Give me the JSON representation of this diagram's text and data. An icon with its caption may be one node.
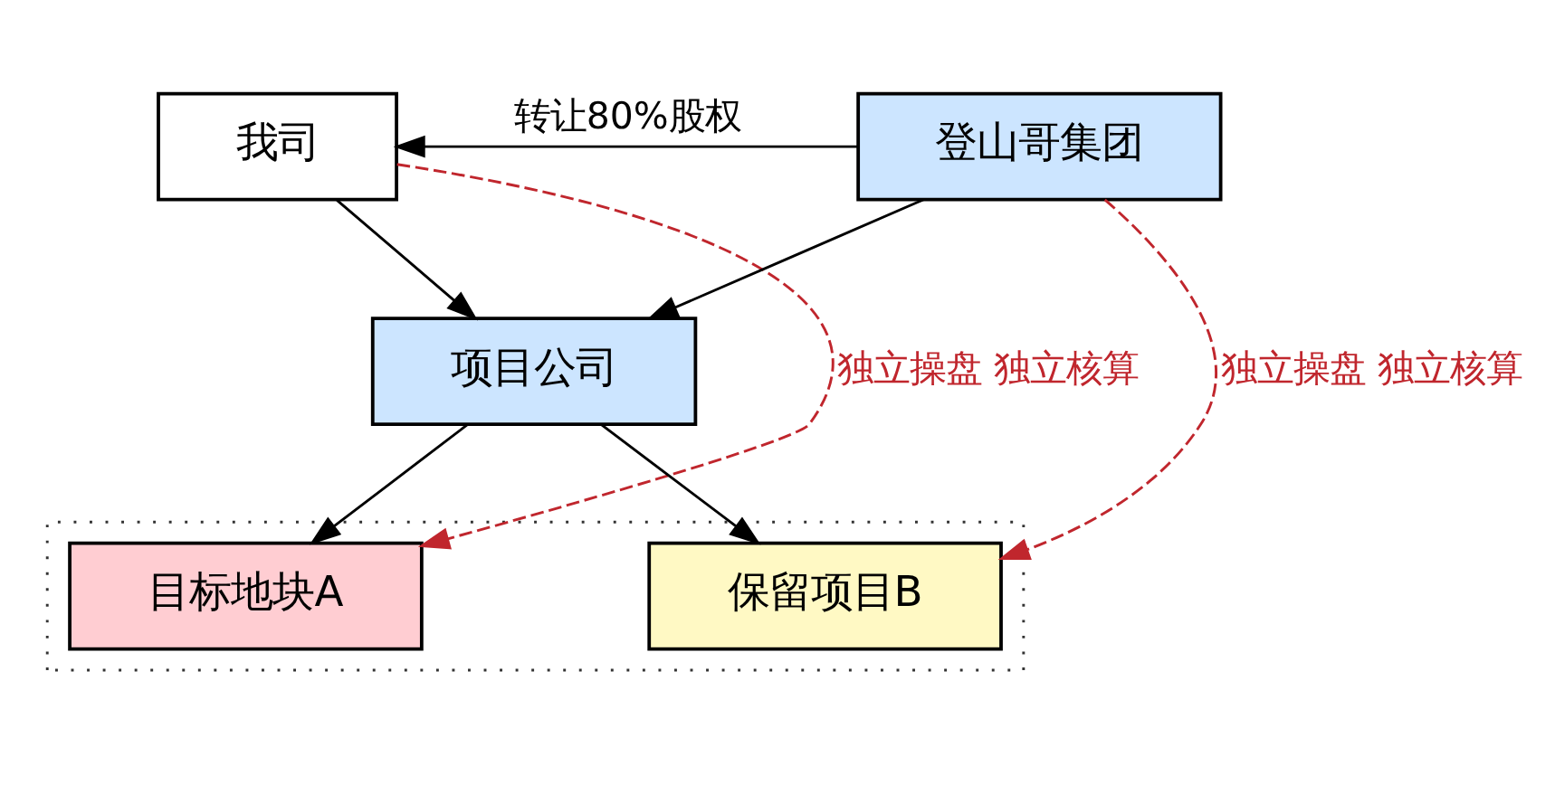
{
  "diagram": {
    "nodes": [
      {
        "text": [
          "我司"
        ]
      },
      {
        "text": [
          "登山哥集团"
        ]
      },
      {
        "text": [
          "项目公司"
        ]
      },
      {
        "text": [],
        "shape": "box"
      },
      {
        "text": [
          "目标地块A"
        ],
        "in": 3
      },
      {
        "text": [
          "保留项目B"
        ],
        "in": 3
      }
    ],
    "edges": [
      {
        "from": 1,
        "to": 0,
        "arrow": "to",
        "label": "转让80%股权"
      },
      {
        "from": 0,
        "to": 2,
        "arrow": "to"
      },
      {
        "from": 1,
        "to": 2,
        "arrow": "to"
      },
      {
        "from": 2,
        "to": 4,
        "arrow": "to"
      },
      {
        "from": 2,
        "to": 5,
        "arrow": "to"
      },
      {
        "from": 0,
        "to": 4,
        "arrow": "to",
        "label": "独立操盘 独立核算",
        "style": "dashed",
        "color": "#c0262d"
      },
      {
        "from": 1,
        "to": 5,
        "arrow": "to",
        "label": "独立操盘 独立核算",
        "style": "dashed",
        "color": "#c0262d"
      }
    ]
  }
}
